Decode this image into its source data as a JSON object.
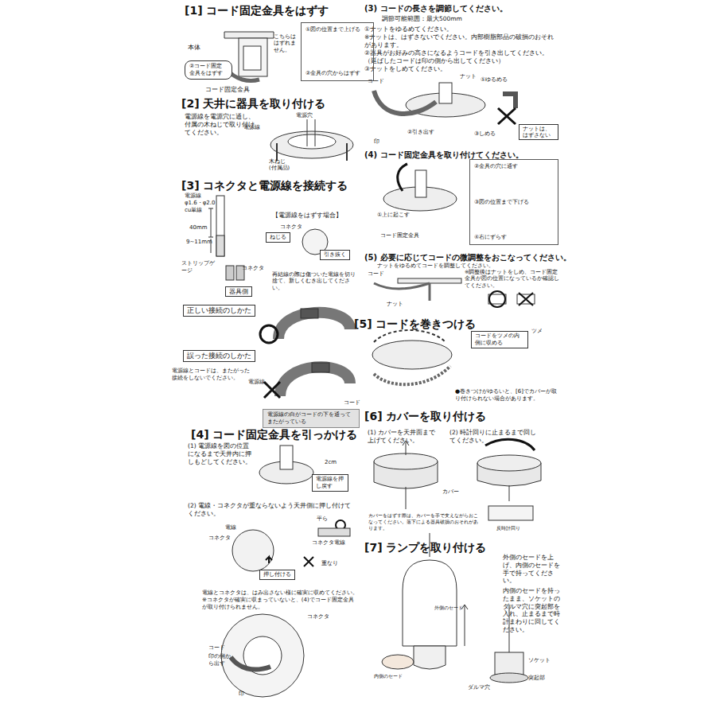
{
  "diagram": {
    "nodes": [
      {
        "text": [
          "②コード固定金具をはずす"
        ]
      },
      {
        "text": [
          "①図の位置まで上げる",
          "②金具の穴からはずす"
        ]
      },
      {
        "text": [
          "器具側"
        ]
      },
      {
        "text": [
          "ねじる"
        ]
      },
      {
        "text": [
          "引き抜く"
        ]
      },
      {
        "text": [
          "正しい接続のしかた"
        ]
      },
      {
        "text": [
          "誤った接続のしかた"
        ]
      },
      {
        "text": [
          "電源線の白がコードの下を通ってまたがっている"
        ]
      },
      {
        "text": [
          "電源線を押し戻す"
        ]
      },
      {
        "text": [
          "押し付ける"
        ]
      },
      {
        "text": [
          "ナットは、はずさない"
        ]
      },
      {
        "text": [
          "②金具の穴に通す",
          "③図の位置まで下げる",
          "④右にずらす"
        ]
      },
      {
        "text": [
          "コードをツメの内側に収める"
        ]
      }
    ],
    "labels": [
      "[1] コード固定金具をはずす",
      "本体",
      "こちらははずれません。",
      "コード固定金具",
      "[2] 天井に器具を取り付ける",
      "電源線を電源穴に通し、付属の木ねじで取り付けてください。",
      "電源穴",
      "電源線",
      "木ねじ (付属品)",
      "[3] コネクタと電源線を接続する",
      "電源線 φ1.6・φ2.0 cu単線",
      "40mm",
      "9~11mm",
      "ストリップゲージ",
      "コネクタ",
      "【電源線をはずす場合】",
      "コネクタ",
      "再結線の際は傷ついた電線を切り捨て、新しくむき出してください。",
      "電源線とコードは、またがった接続をしないでください。",
      "電源線",
      "コード",
      "[4] コード固定金具を引っかける",
      "(1) 電源線を図の位置になるまで天井内に押しもどしてください。",
      "2cm",
      "(2) 電線・コネクタが重ならないよう天井側に押し付けてください。",
      "電線",
      "コネクタ",
      "平ら",
      "コネクタ",
      "電線",
      "重なり",
      "電線とコネクタは、はみ出さない様に確実に収めてください。 ※コネクタが確実に収まっていないと、(4)でコード固定金具が取り付けられません。",
      "コネクタ",
      "コード",
      "印の側から出す",
      "印",
      "(3) コードの長さを調節してください。",
      "調節可能範囲：最大500mm",
      "①ナットをゆるめてください。",
      "※ナットは、はずさないでください。内部樹脂部品の破損のおそれがあります。",
      "②器具がお好みの高さになるようコードを引き出してください。（延ばしたコードは印の側から出してください）",
      "③ナットをしめてください。",
      "コード",
      "ナット",
      "①ゆるめる",
      "②引き出す",
      "③しめる",
      "印",
      "(4) コード固定金具を取り付けてください。",
      "①上に起こす",
      "コード固定金具",
      "(5) 必要に応じてコードの微調整をおこなってください。",
      "ナットをゆるめてコードを調整してください。",
      "コード",
      "ナット",
      "※調整後はナットをしめ、コード固定金具が図の位置になっているか確認してください。",
      "[5] コードを巻きつける",
      "ツメ",
      "●巻きつけがゆるいと、[6]でカバーが取り付けられない場合があります。",
      "[6] カバーを取り付ける",
      "(1) カバーを天井面まで上げてください。",
      "(2) 時計回りに止まるまで回してください。",
      "カバー",
      "カバーをはずす際は、カバーを手で支えながらおこなってください。落下による器具破損のおそれがあります。",
      "反時計回り",
      "[7] ランプを取り付ける",
      "外側のセードを上げ、内側のセードを手で持ってください。",
      "内側のセードを持ったまま、ソケットのダルマ穴に突起部を入れ、止まるまで時計まわりに回してください。",
      "外側のセード",
      "内側のセード",
      "ソケット",
      "ダルマ穴",
      "突起部"
    ]
  }
}
